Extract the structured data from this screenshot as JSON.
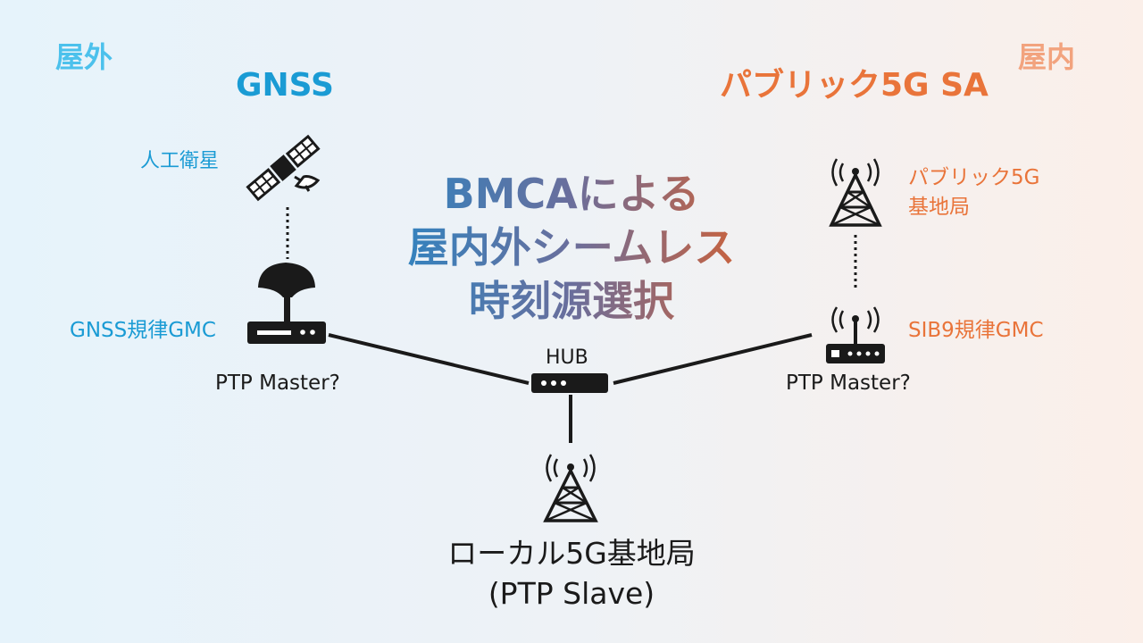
{
  "labels": {
    "outdoor": "屋外",
    "indoor": "屋内",
    "gnss_heading": "GNSS",
    "public5g_heading": "パブリック5G SA",
    "satellite": "人工衛星",
    "public_bs_line1": "パブリック5G",
    "public_bs_line2": "基地局",
    "gnss_gmc": "GNSS規律GMC",
    "sib9_gmc": "SIB9規律GMC",
    "ptp_master_left": "PTP Master?",
    "ptp_master_right": "PTP Master?",
    "hub": "HUB",
    "local_bs_line1": "ローカル5G基地局",
    "local_bs_line2": "(PTP Slave)"
  },
  "title": {
    "line1": "BMCAによる",
    "line2": "屋内外シームレス",
    "line3": "時刻源選択"
  },
  "colors": {
    "blue": "#1a9bd4",
    "orange": "#e9743a",
    "outdoor": "#4cc1ec",
    "indoor": "#f2a37e",
    "line": "#1a1a1a"
  }
}
